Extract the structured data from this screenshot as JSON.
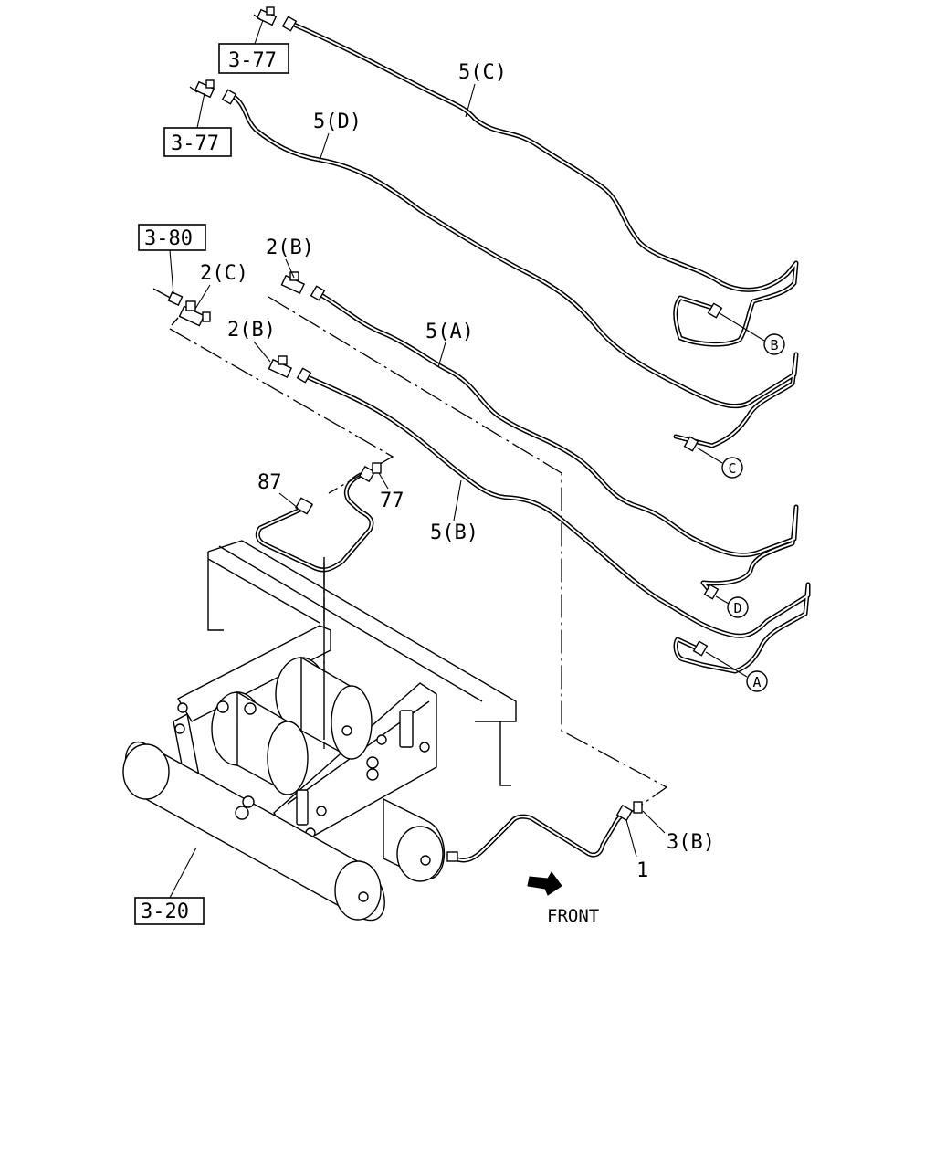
{
  "labels": {
    "pipe_5c": "5(C)",
    "pipe_5d": "5(D)",
    "pipe_5a": "5(A)",
    "pipe_5b": "5(B)",
    "conn_2b_upper": "2(B)",
    "conn_2b_lower": "2(B)",
    "conn_2c": "2(C)",
    "part_87": "87",
    "part_77": "77",
    "part_3b": "3(B)",
    "part_1": "1"
  },
  "refs": {
    "ref_3_77_top": "3-77",
    "ref_3_77_second": "3-77",
    "ref_3_80": "3-80",
    "ref_3_20": "3-20"
  },
  "circles": {
    "a": "A",
    "b": "B",
    "c": "C",
    "d": "D"
  },
  "front": "FRONT"
}
